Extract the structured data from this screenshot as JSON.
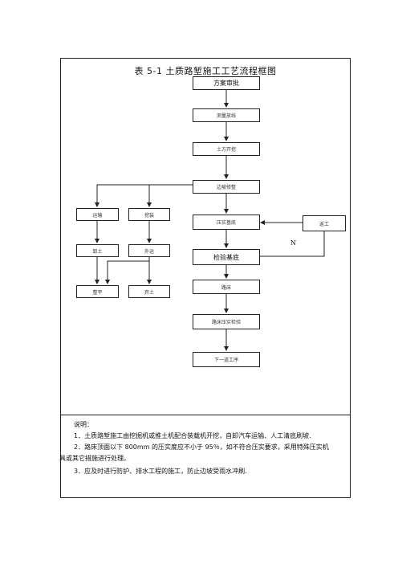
{
  "title": "表 5-1    土质路堑施工工艺流程框图",
  "flow": {
    "step1": "方案审批",
    "step2": "测量放线",
    "step3": "土方开挖",
    "step4": "边坡修整",
    "step5": "压实基底",
    "step6": "检验基底",
    "step7": "路床",
    "step8": "路床压实检验",
    "step9": "下一道工序",
    "rework": "返工",
    "left1": "运输",
    "left2": "卸土",
    "left3": "整平",
    "mid1": "挖装",
    "mid2": "外运",
    "mid3": "弃土",
    "n_label": "N"
  },
  "notes": {
    "heading": "说明：",
    "item1": "1．土质路堑施工由挖掘机或推土机配合装载机开挖，自卸汽车运输、人工清底刷坡.",
    "item2a": "2．路床顶面以下 800mm 的压实度应不小于 95％，如不符合压实要求，采用特殊压实机",
    "item2b": "具或其它措施进行处理。",
    "item3": "3．应及时进行防护、排水工程的施工，防止边坡受雨水冲刷."
  }
}
